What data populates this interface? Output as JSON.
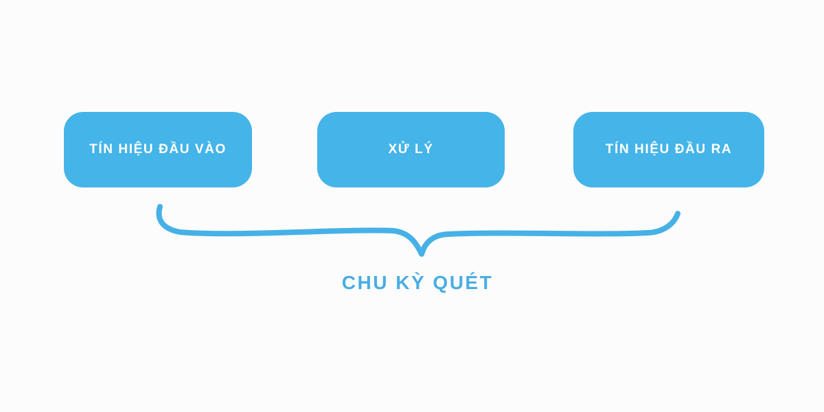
{
  "boxes": [
    {
      "label": "TÍN HIỆU ĐẦU VÀO"
    },
    {
      "label": "XỬ LÝ"
    },
    {
      "label": "TÍN HIỆU ĐẦU RA"
    }
  ],
  "brace_label": "CHU KỲ QUÉT",
  "colors": {
    "canvas_bg": "#fcfcfc",
    "box_fill": "#45b4e8",
    "box_text": "#ffffff",
    "brace": "#46b1e6",
    "label_text": "#49ade2"
  }
}
